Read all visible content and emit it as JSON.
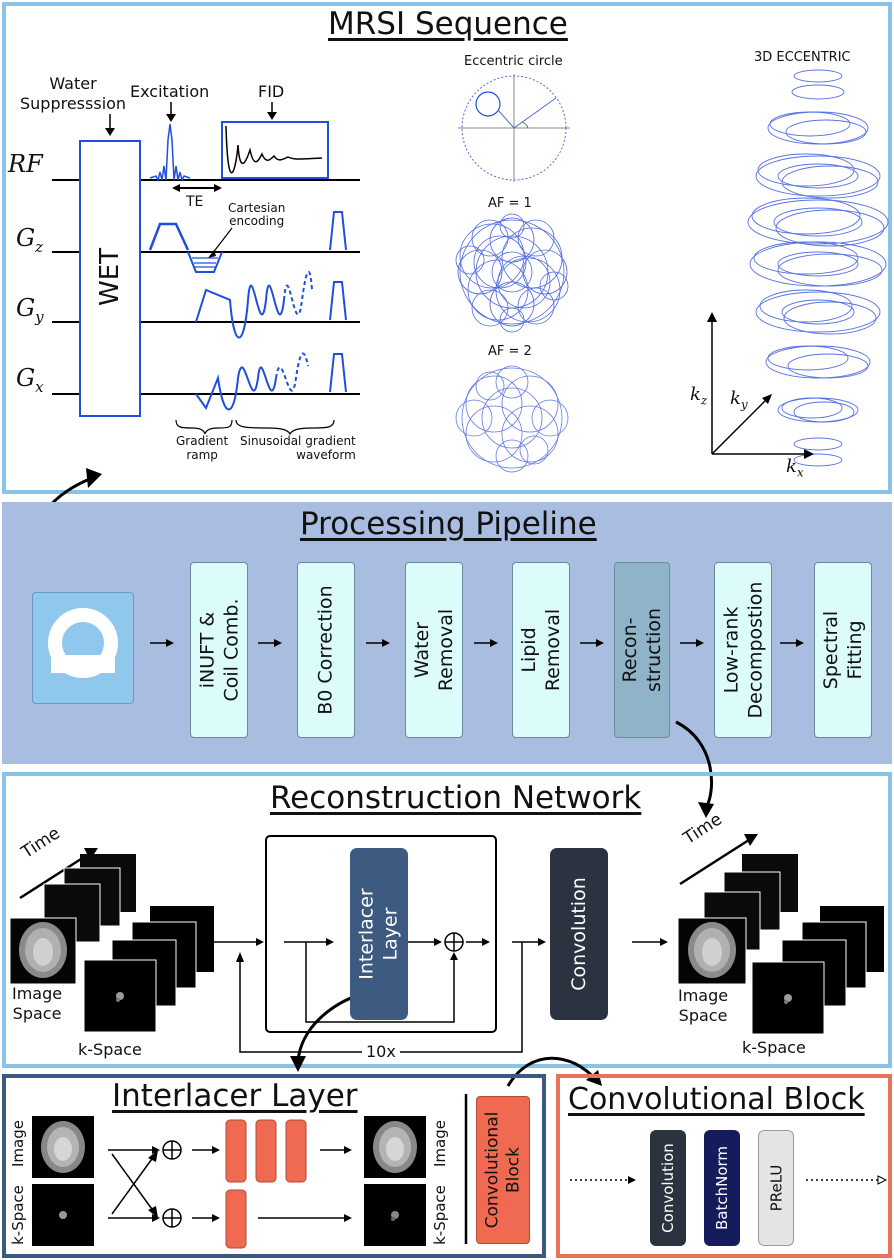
{
  "mrsi": {
    "title": "MRSI Sequence",
    "water_label": "Water\nSuppresssion",
    "excitation_label": "Excitation",
    "fid_label": "FID",
    "rf_label": "RF",
    "gz_label": "G",
    "gz_sub": "z",
    "gy_label": "G",
    "gy_sub": "y",
    "gx_label": "G",
    "gx_sub": "x",
    "wet_label": "WET",
    "te_label": "TE",
    "cartesian_label": "Cartesian\nencoding",
    "gradient_ramp_label": "Gradient\nramp",
    "sinusoidal_label": "Sinusoidal gradient\nwaveform",
    "eccentric_label": "Eccentric circle",
    "af1_label": "AF = 1",
    "af2_label": "AF = 2",
    "eccentric3d_label": "3D ECCENTRIC",
    "kz_label": "k",
    "kz_sub": "z",
    "ky_label": "k",
    "ky_sub": "y",
    "kx_label": "k",
    "kx_sub": "x"
  },
  "pipeline": {
    "title": "Processing Pipeline",
    "steps": [
      "iNUFT &\nCoil Comb.",
      "B0 Correction",
      "Water\nRemoval",
      "Lipid\nRemoval",
      "Recon-\nstruction",
      "Low-rank\nDecompostion",
      "Spectral\nFitting"
    ]
  },
  "network": {
    "title": "Reconstruction Network",
    "time_label": "Time",
    "image_space_label": "Image\nSpace",
    "kspace_label": "k-Space",
    "interlacer_block_label": "Interlacer\nLayer",
    "convolution_label": "Convolution",
    "repeat_label": "10x",
    "time_label_out": "Time",
    "image_space_label_out": "Image\nSpace",
    "kspace_label_out": "k-Space"
  },
  "interlacer": {
    "title": "Interlacer Layer",
    "image_label": "Image",
    "kspace_label": "k-Space",
    "image_label_out": "Image",
    "kspace_label_out": "k-Space",
    "conv_block_label": "Convolutional\nBlock"
  },
  "convblock": {
    "title": "Convolutional Block",
    "layers": [
      "Convolution",
      "BatchNorm",
      "PReLU"
    ]
  },
  "colors": {
    "mrsi_border": "#89c3e6",
    "pipeline_bg": "#a9bde0",
    "network_border": "#89c3e6",
    "interlacer_border": "#3a5a82",
    "convblock_border": "#e9735a",
    "step_fill": "#dcfbfb",
    "recon_fill": "#8fb4c9",
    "interlacer_fill": "#3d5a80",
    "conv_fill": "#2b3340",
    "batchnorm_fill": "#141c5c",
    "prelu_fill": "#e4e4e4",
    "orange": "#ef6a50",
    "gradient_blue": "#1f4fdf"
  }
}
